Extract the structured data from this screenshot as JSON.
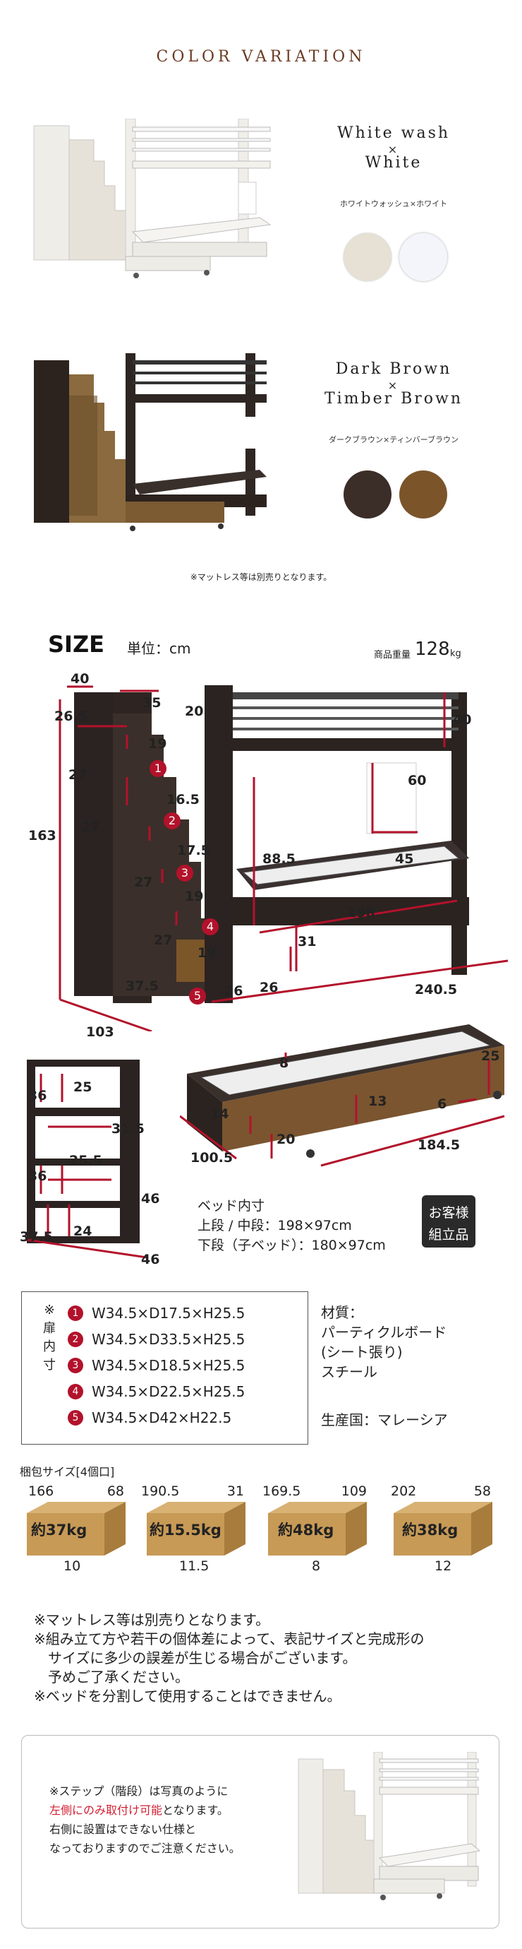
{
  "header": {
    "title": "COLOR VARIATION"
  },
  "colors": [
    {
      "name_line1": "White wash",
      "times": "×",
      "name_line2": "White",
      "jp": "ホワイトウォッシュ×ホワイト",
      "swatch1": "#e8e3da",
      "swatch2": "#f4f6fb"
    },
    {
      "name_line1": "Dark Brown",
      "times": "×",
      "name_line2": "Timber Brown",
      "jp": "ダークブラウン×ティンバーブラウン",
      "swatch1": "#3a2c26",
      "swatch2": "#7a5428"
    }
  ],
  "mattress_note": "※マットレス等は別売りとなります。",
  "size": {
    "title": "SIZE",
    "unit": "単位：cm",
    "weight_label": "商品重量",
    "weight_value": "128",
    "weight_unit": "kg",
    "dims": {
      "d40": "40",
      "d35": "35",
      "d20": "20",
      "d26_5": "26.5",
      "d19a": "19",
      "d27a": "27",
      "d16_5": "16.5",
      "d27b": "27",
      "d17_5": "17.5",
      "d27c": "27",
      "d19b": "19",
      "d27d": "27",
      "d19c": "19",
      "d37_5": "37.5",
      "d26a": "26",
      "d163": "163",
      "d103": "103",
      "d40r": "40",
      "d60": "60",
      "d45": "45",
      "d88_5": "88.5",
      "d198": "198",
      "d26b": "26",
      "d31": "31",
      "d240_5": "240.5"
    },
    "step_nums": [
      "1",
      "2",
      "3",
      "4",
      "5"
    ],
    "drawer": {
      "d8": "8",
      "d25": "25",
      "d13": "13",
      "d14": "14",
      "d6": "6",
      "d20": "20",
      "d100_5": "100.5",
      "d184_5": "184.5"
    },
    "side": {
      "d36a": "36",
      "d25": "25",
      "d31_5": "31.5",
      "d36b": "36",
      "d25_5": "25.5",
      "d46a": "46",
      "d37_5": "37.5",
      "d24": "24",
      "d46b": "46"
    },
    "inner_title": "ベッド内寸",
    "inner_upper": "上段 / 中段：198×97cm",
    "inner_lower": "下段（子ベッド）：180×97cm",
    "assembly_badge_1": "お客様",
    "assembly_badge_2": "組立品"
  },
  "door_label": [
    "※",
    "扉",
    "内",
    "寸"
  ],
  "door_items": [
    {
      "n": "1",
      "text": "W34.5×D17.5×H25.5"
    },
    {
      "n": "2",
      "text": "W34.5×D33.5×H25.5"
    },
    {
      "n": "3",
      "text": "W34.5×D18.5×H25.5"
    },
    {
      "n": "4",
      "text": "W34.5×D22.5×H25.5"
    },
    {
      "n": "5",
      "text": "W34.5×D42×H22.5"
    }
  ],
  "material": {
    "title": "材質：",
    "lines": [
      "パーティクルボード",
      "(シート張り)",
      "スチール"
    ],
    "origin": "生産国：マレーシア"
  },
  "packages": {
    "title": "梱包サイズ[4個口]",
    "items": [
      {
        "a": "166",
        "b": "68",
        "w": "約37kg",
        "c": "10"
      },
      {
        "a": "190.5",
        "b": "31",
        "w": "約15.5kg",
        "c": "11.5"
      },
      {
        "a": "169.5",
        "b": "109",
        "w": "約48kg",
        "c": "8"
      },
      {
        "a": "202",
        "b": "58",
        "w": "約38kg",
        "c": "12"
      }
    ]
  },
  "notes": [
    "※マットレス等は別売りとなります。",
    "※組み立て方や若干の個体差によって、表記サイズと完成形の",
    "サイズに多少の誤差が生じる場合がございます。",
    "予めご了承ください。",
    "※ベッドを分割して使用することはできません。"
  ],
  "step_note": {
    "l1": "※ステップ（階段）は写真のように",
    "l2_red": "左側にのみ取付け可能",
    "l2_rest": "となります。",
    "l3": "右側に設置はできない仕様と",
    "l4": "なっておりますのでご注意ください。"
  },
  "accent_color": "#b3122b"
}
